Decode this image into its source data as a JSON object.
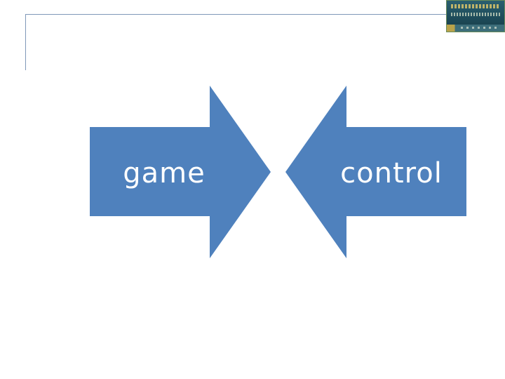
{
  "diagram": {
    "left_arrow": {
      "label": "game",
      "direction": "right"
    },
    "right_arrow": {
      "label": "control",
      "direction": "left"
    },
    "fill_color": "#4f81bd"
  },
  "decor": {
    "logo_icon": "institution-logo-icon"
  }
}
